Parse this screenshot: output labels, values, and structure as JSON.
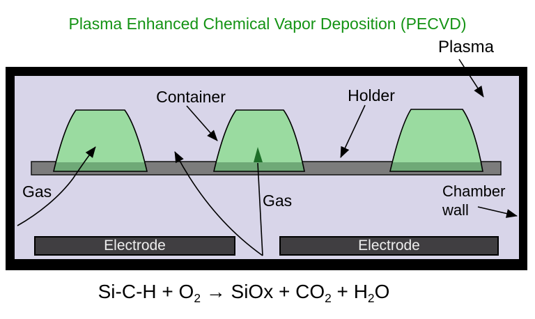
{
  "title": {
    "text": "Plasma Enhanced Chemical Vapor Deposition (PECVD)"
  },
  "labels": {
    "plasma": "Plasma",
    "container": "Container",
    "holder": "Holder",
    "gas_left": "Gas",
    "gas_center": "Gas",
    "chamber_wall_line1": "Chamber",
    "chamber_wall_line2": "wall",
    "electrode_left": "Electrode",
    "electrode_right": "Electrode"
  },
  "equation": {
    "segments": [
      {
        "t": "Si-C-H + O"
      },
      {
        "t": "2",
        "sub": true
      },
      {
        "t": " → SiOx + CO"
      },
      {
        "t": "2",
        "sub": true
      },
      {
        "t": " + H"
      },
      {
        "t": "2",
        "sub": true
      },
      {
        "t": "O"
      }
    ]
  },
  "colors": {
    "title_green": "#149314",
    "chamber_border_black": "#000000",
    "chamber_interior_lavender": "#d8d5e9",
    "container_green": "#9adba0",
    "container_overlap_green": "#6fa977",
    "holder_gray": "#7c7c7c",
    "electrode_gray": "#403e41",
    "electrode_text": "#eeeeee",
    "gas_arrow_dark_green": "#1d6e28",
    "label_black": "#000000"
  }
}
